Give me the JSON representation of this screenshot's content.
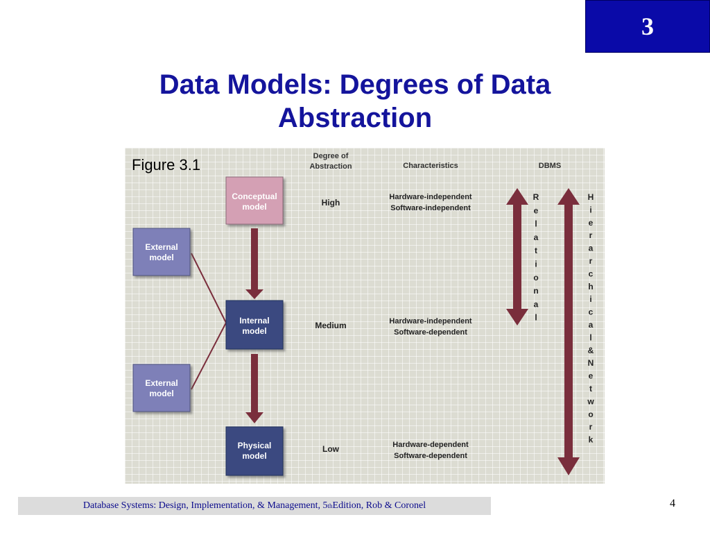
{
  "slide": {
    "chapter_number": "3",
    "title_line1": "Data Models: Degrees of Data",
    "title_line2": "Abstraction",
    "page_number": "4"
  },
  "figure": {
    "label": "Figure 3.1",
    "headers": {
      "degree_line1": "Degree of",
      "degree_line2": "Abstraction",
      "characteristics": "Characteristics",
      "dbms": "DBMS"
    },
    "nodes": {
      "conceptual_line1": "Conceptual",
      "conceptual_line2": "model",
      "internal_line1": "Internal",
      "internal_line2": "model",
      "physical_line1": "Physical",
      "physical_line2": "model",
      "external_line1": "External",
      "external_line2": "model"
    },
    "levels": {
      "high": "High",
      "medium": "Medium",
      "low": "Low"
    },
    "characteristics": {
      "high_line1": "Hardware-independent",
      "high_line2": "Software-independent",
      "medium_line1": "Hardware-independent",
      "medium_line2": "Software-dependent",
      "low_line1": "Hardware-dependent",
      "low_line2": "Software-dependent"
    },
    "dbms": {
      "relational": [
        "R",
        "e",
        "l",
        "a",
        "t",
        "i",
        "o",
        "n",
        "a",
        "l"
      ],
      "hierarchical": [
        "H",
        "i",
        "e",
        "r",
        "a",
        "r",
        "c",
        "h",
        "i",
        "c",
        "a",
        "l",
        "&",
        "N",
        "e",
        "t",
        "w",
        "o",
        "r",
        "k"
      ]
    },
    "colors": {
      "conceptual_fill": "#d4a0b4",
      "model_fill": "#3a4a80",
      "external_fill": "#7e80b8",
      "arrow": "#7a2e3c"
    }
  },
  "footer": {
    "text_before": "Database Systems: Design, Implementation, & Management, 5",
    "superscript": "th",
    "text_after": " Edition, Rob & Coronel"
  }
}
